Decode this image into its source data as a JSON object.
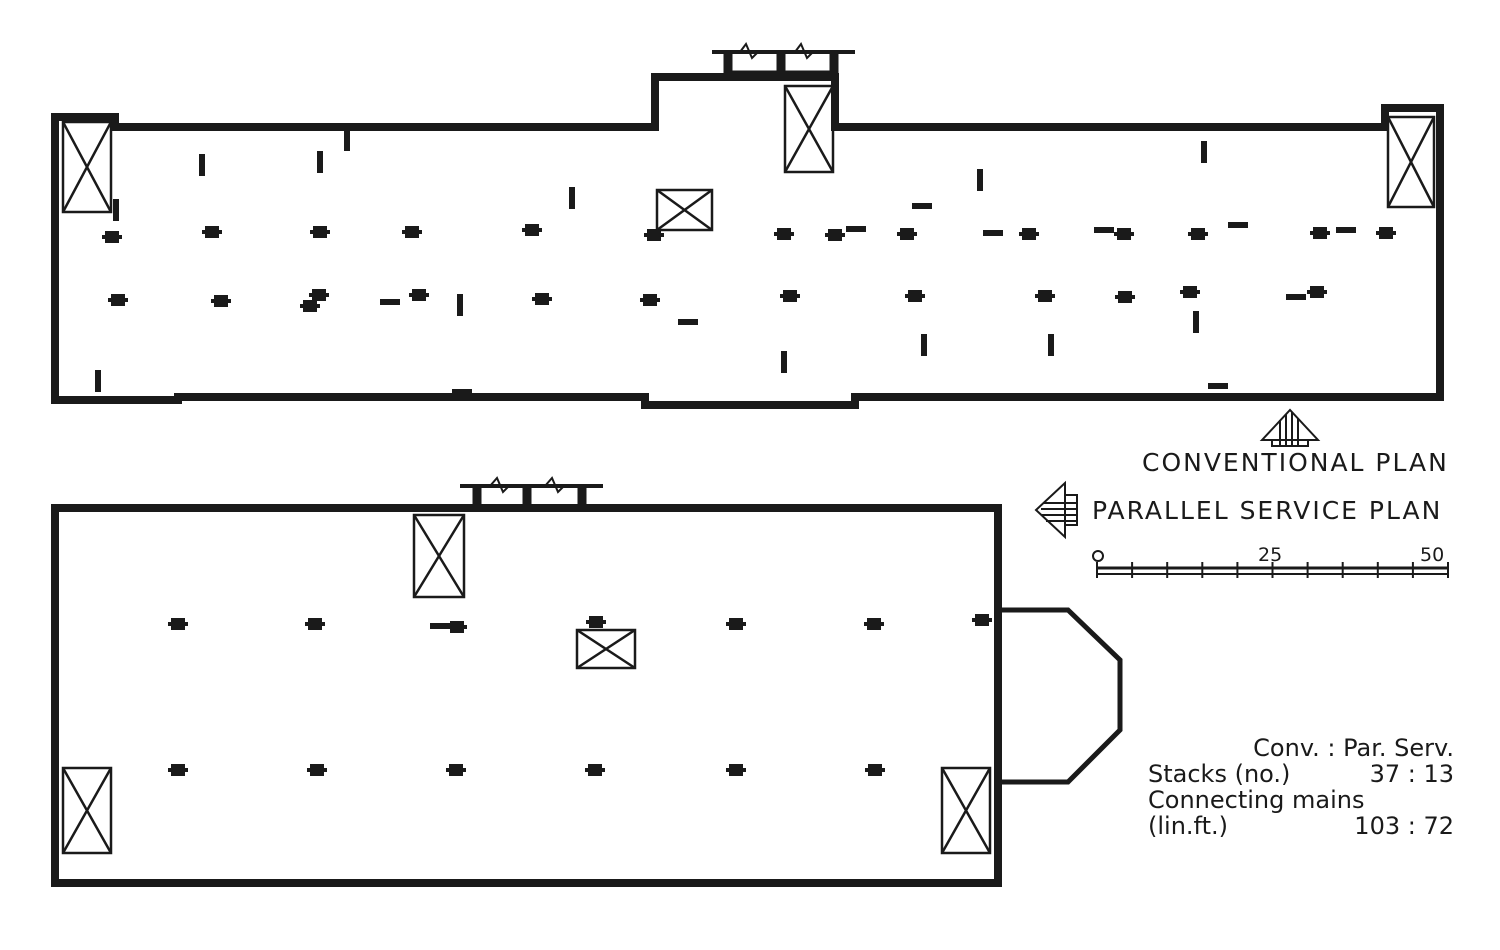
{
  "legend": {
    "conventional_label": "CONVENTIONAL  PLAN",
    "parallel_label": "PARALLEL  SERVICE  PLAN"
  },
  "scale": {
    "ticks": [
      "0",
      "25",
      "50"
    ]
  },
  "comparison": {
    "header": "Conv.  :  Par. Serv.",
    "stacks_label": "Stacks  (no.)",
    "stacks_values": "37  :  13",
    "mains_label": "Connecting  mains",
    "mains_unit": "(lin.ft.)",
    "mains_values": "103  :  72"
  },
  "colors": {
    "ink": "#1a1a1a",
    "paper": "#ffffff"
  }
}
